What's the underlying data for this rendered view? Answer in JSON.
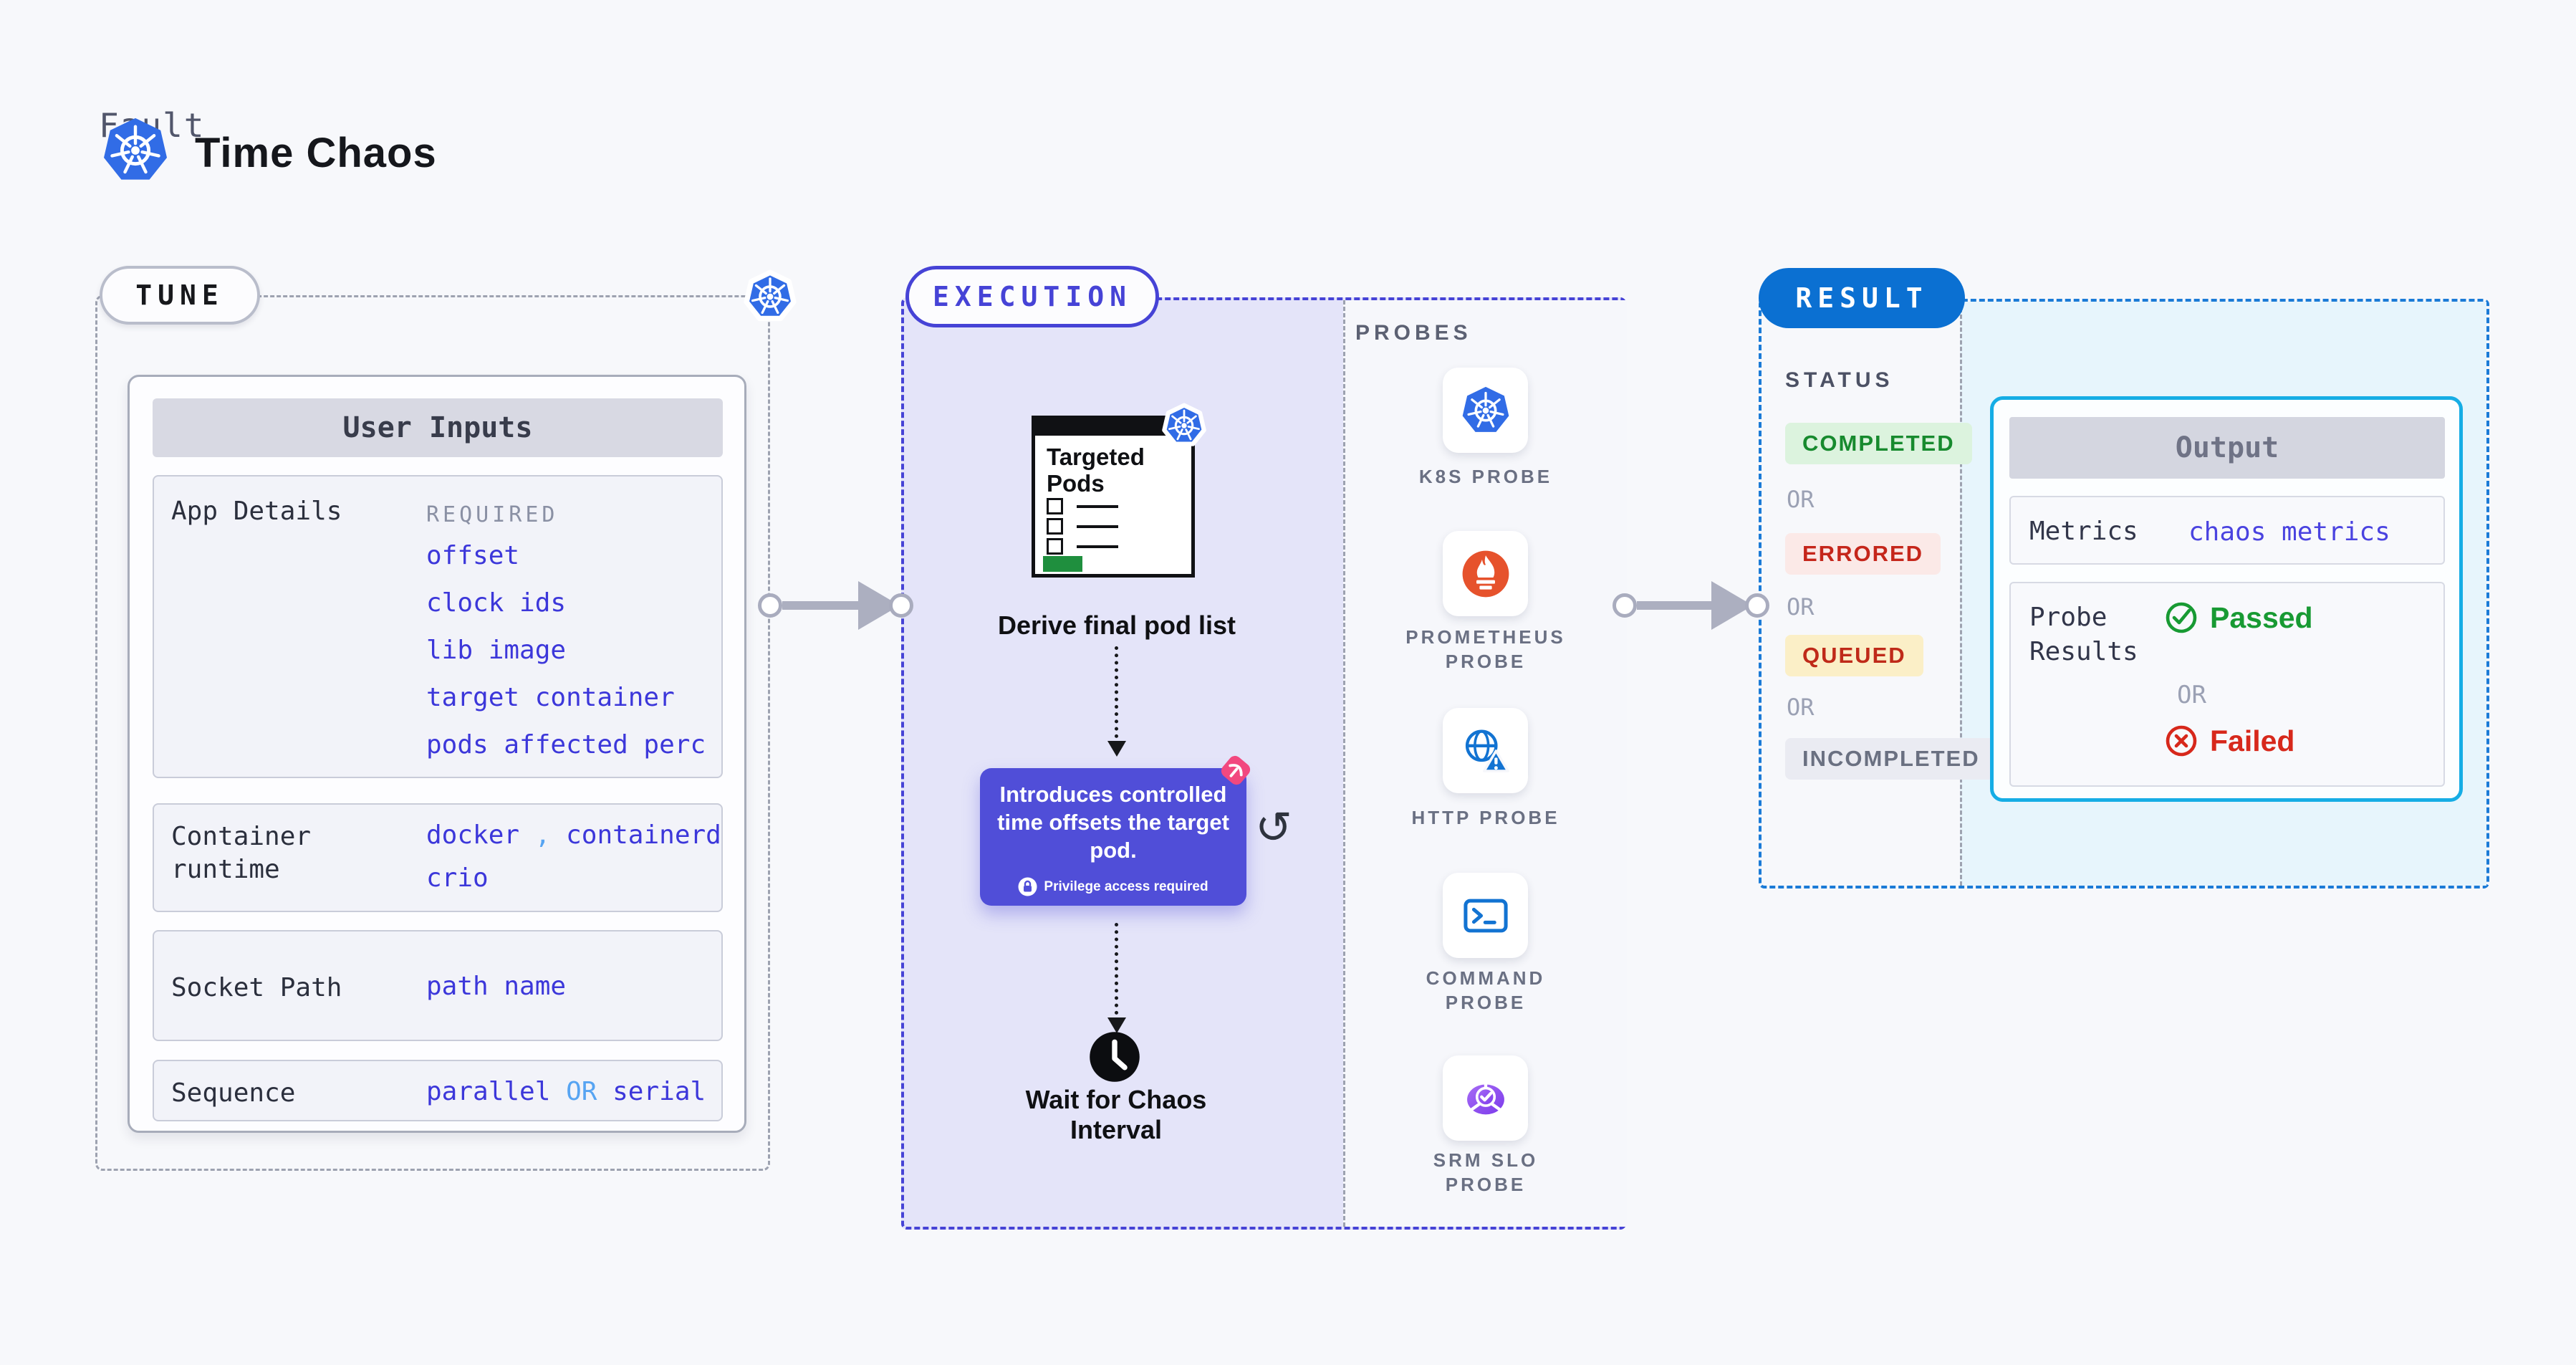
{
  "colors": {
    "page_bg": "#F7F8FB",
    "indigo": "#4643D6",
    "link_blue": "#3C37DA",
    "light_blue_accent": "#57A4F2",
    "kubernetes_blue": "#316CE6",
    "result_pill_blue": "#0B70D2",
    "output_border_cyan": "#16ADE5",
    "success_green": "#189A33",
    "error_red": "#D7281B",
    "lavender_panel": "#E4E4F9",
    "tooltip_purple": "#504ED8",
    "pink": "#F2487F",
    "prometheus_orange": "#E6522C",
    "clipboard_green": "#1F8F3E"
  },
  "icons": {
    "refresh_glyph": "↺"
  },
  "header": {
    "kicker": "Fault",
    "title": "Time Chaos"
  },
  "tune": {
    "badge": "TUNE",
    "panel": {
      "title": "User Inputs",
      "app_details": {
        "label": "App Details",
        "tag": "REQUIRED",
        "links": [
          "offset",
          "clock ids",
          "lib image",
          "target container",
          "pods affected perc"
        ]
      },
      "container_runtime": {
        "label": "Container runtime",
        "value1": "docker",
        "separator": ",",
        "value2": "containerd",
        "value3": "crio"
      },
      "socket_path": {
        "label": "Socket Path",
        "value": "path name"
      },
      "sequence": {
        "label": "Sequence",
        "value1": "parallel",
        "separator": "OR",
        "value2": "serial"
      }
    }
  },
  "execution": {
    "badge": "EXECUTION",
    "clipboard_title": "Targeted Pods",
    "step_derive": "Derive final pod list",
    "tooltip": {
      "text": "Introduces controlled time offsets the target pod.",
      "note": "Privilege access required"
    },
    "step_wait": "Wait for Chaos Interval"
  },
  "probes": {
    "title": "PROBES",
    "items": [
      {
        "label": "K8S PROBE",
        "icon": "kubernetes-icon"
      },
      {
        "label": "PROMETHEUS PROBE",
        "icon": "prometheus-icon"
      },
      {
        "label": "HTTP PROBE",
        "icon": "http-globe-icon"
      },
      {
        "label": "COMMAND PROBE",
        "icon": "terminal-icon"
      },
      {
        "label": "SRM SLO PROBE",
        "icon": "slo-pie-icon"
      }
    ]
  },
  "result": {
    "badge": "RESULT",
    "status": {
      "title": "STATUS",
      "or": "OR",
      "badges": [
        {
          "label": "COMPLETED",
          "state": "success"
        },
        {
          "label": "ERRORED",
          "state": "error"
        },
        {
          "label": "QUEUED",
          "state": "warning"
        },
        {
          "label": "INCOMPLETED",
          "state": "neutral"
        }
      ]
    },
    "output": {
      "title": "Output",
      "metrics_label": "Metrics",
      "metrics_value": "chaos metrics",
      "probe_results_label": "Probe Results",
      "passed": "Passed",
      "or": "OR",
      "failed": "Failed"
    }
  }
}
